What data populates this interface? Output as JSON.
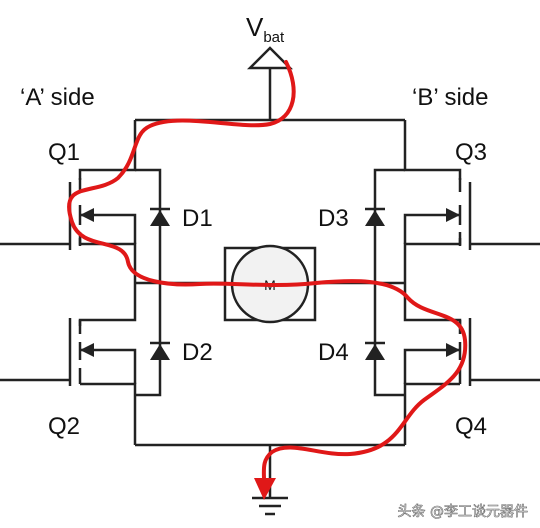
{
  "labels": {
    "vbat_main": "V",
    "vbat_sub": "bat",
    "a_side": "‘A’ side",
    "b_side": "‘B’ side",
    "q1": "Q1",
    "q2": "Q2",
    "q3": "Q3",
    "q4": "Q4",
    "d1": "D1",
    "d2": "D2",
    "d3": "D3",
    "d4": "D4",
    "motor": "M"
  },
  "watermark": {
    "text": "头条 @李工谈元器件"
  },
  "colors": {
    "wire": "#222222",
    "current_path": "#e01818",
    "motor_fill": "#f2f2f2",
    "text": "#111111",
    "watermark": "#ffffff"
  }
}
